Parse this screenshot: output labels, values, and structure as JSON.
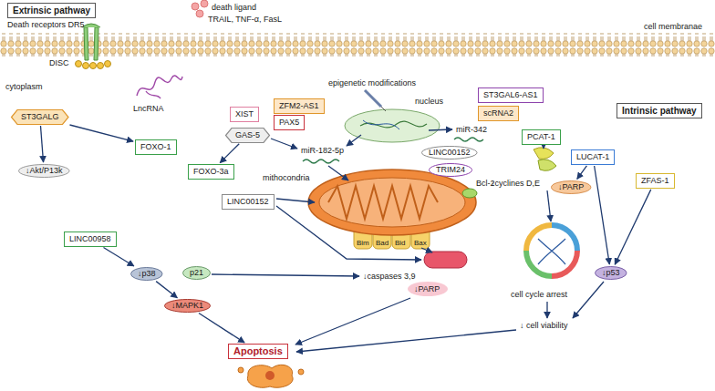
{
  "diagram": {
    "nodes": [
      {
        "text": [
          "Extrinsic pathway"
        ]
      },
      {
        "text": [
          "ST3GALG"
        ]
      },
      {
        "text": [
          "XIST"
        ]
      },
      {
        "text": [
          "ZFM2-AS1"
        ]
      },
      {
        "text": [
          "PAX5"
        ]
      },
      {
        "text": [
          "GAS-5"
        ]
      },
      {
        "text": [
          "ST3GAL6-AS1"
        ]
      },
      {
        "text": [
          "scRNA2"
        ]
      },
      {
        "text": [
          "Intrinsic pathway"
        ]
      },
      {
        "text": [
          "FOXO-1"
        ]
      },
      {
        "text": [
          "LINC00152"
        ]
      },
      {
        "text": [
          "TRIM24"
        ]
      },
      {
        "text": [
          "PCAT-1"
        ]
      },
      {
        "text": [
          "LUCAT-1"
        ]
      },
      {
        "text": [
          "FOXO-3a"
        ]
      },
      {
        "text": [
          "↓Akt/P13k"
        ]
      },
      {
        "text": [
          "ZFAS-1"
        ]
      },
      {
        "text": [
          "↓PARP"
        ]
      },
      {
        "text": [
          "LINC00152"
        ]
      },
      {
        "text": [
          "LINC00958"
        ]
      },
      {
        "text": [
          "p21"
        ]
      },
      {
        "text": [
          "↓p38"
        ]
      },
      {
        "text": [
          "↓p53"
        ]
      },
      {
        "text": [
          "↓MAPK1"
        ]
      },
      {
        "text": [
          "Apoptosis"
        ]
      }
    ],
    "edges": [
      {
        "from": 1,
        "to": 15,
        "arrow": "to"
      },
      {
        "from": 1,
        "to": 9,
        "arrow": "to"
      },
      {
        "from": 5,
        "to": 14,
        "arrow": "to"
      },
      {
        "from": 19,
        "to": 21,
        "arrow": "to"
      },
      {
        "from": 21,
        "to": 23,
        "arrow": "to"
      },
      {
        "from": 23,
        "to": 24,
        "arrow": "to"
      },
      {
        "from": 13,
        "to": 17,
        "arrow": "to"
      },
      {
        "from": 13,
        "to": 22,
        "arrow": "to"
      },
      {
        "from": 16,
        "to": 22,
        "arrow": "to"
      }
    ],
    "labels": [
      "death ligand",
      "TRAIL, TNF-α, FasL",
      "Death receptors DR5",
      "cell membranae",
      "cytoplasm",
      "DISC",
      "LncRNA",
      "epigenetic modifications",
      "nucleus",
      "miR-182-5p",
      "miR-342",
      "mithocondria",
      "Bcl-2",
      "Bim",
      "Bad",
      "Bid",
      "Bax",
      "↓caspases 3,9",
      "↓PARP",
      "↓cyclines D,E",
      "cell cycle arrest",
      "↓ cell viability"
    ]
  }
}
